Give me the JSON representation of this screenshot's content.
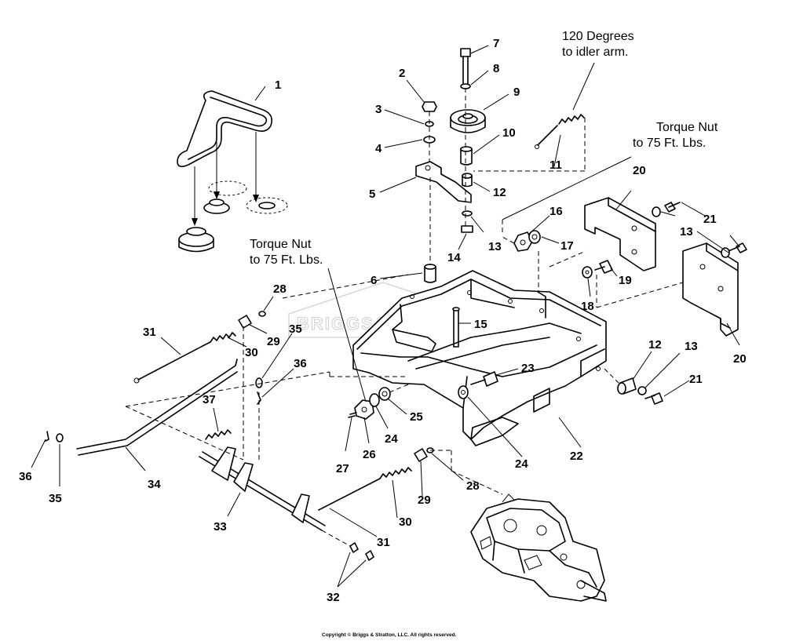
{
  "diagram": {
    "notes": {
      "idler_angle": [
        "120 Degrees",
        "to idler arm."
      ],
      "torque_right": [
        "Torque Nut",
        "to 75 Ft. Lbs."
      ],
      "torque_left": [
        "Torque Nut",
        "to 75 Ft. Lbs."
      ]
    },
    "watermark": "BRIGGS&STRATTON",
    "copyright": "Copyright © Briggs & Stratton, LLC. All rights reserved.",
    "callouts": [
      {
        "id": "c1",
        "text": "1"
      },
      {
        "id": "c2",
        "text": "2"
      },
      {
        "id": "c3",
        "text": "3"
      },
      {
        "id": "c4",
        "text": "4"
      },
      {
        "id": "c5",
        "text": "5"
      },
      {
        "id": "c6",
        "text": "6"
      },
      {
        "id": "c7",
        "text": "7"
      },
      {
        "id": "c8",
        "text": "8"
      },
      {
        "id": "c9",
        "text": "9"
      },
      {
        "id": "c10",
        "text": "10"
      },
      {
        "id": "c11",
        "text": "11"
      },
      {
        "id": "c12a",
        "text": "12"
      },
      {
        "id": "c12b",
        "text": "12"
      },
      {
        "id": "c13a",
        "text": "13"
      },
      {
        "id": "c13b",
        "text": "13"
      },
      {
        "id": "c13c",
        "text": "13"
      },
      {
        "id": "c14",
        "text": "14"
      },
      {
        "id": "c15",
        "text": "15"
      },
      {
        "id": "c16",
        "text": "16"
      },
      {
        "id": "c17",
        "text": "17"
      },
      {
        "id": "c18",
        "text": "18"
      },
      {
        "id": "c19",
        "text": "19"
      },
      {
        "id": "c20a",
        "text": "20"
      },
      {
        "id": "c20b",
        "text": "20"
      },
      {
        "id": "c21a",
        "text": "21"
      },
      {
        "id": "c21b",
        "text": "21"
      },
      {
        "id": "c22",
        "text": "22"
      },
      {
        "id": "c23",
        "text": "23"
      },
      {
        "id": "c24a",
        "text": "24"
      },
      {
        "id": "c24b",
        "text": "24"
      },
      {
        "id": "c25",
        "text": "25"
      },
      {
        "id": "c26",
        "text": "26"
      },
      {
        "id": "c27",
        "text": "27"
      },
      {
        "id": "c28a",
        "text": "28"
      },
      {
        "id": "c28b",
        "text": "28"
      },
      {
        "id": "c29a",
        "text": "29"
      },
      {
        "id": "c29b",
        "text": "29"
      },
      {
        "id": "c30a",
        "text": "30"
      },
      {
        "id": "c30b",
        "text": "30"
      },
      {
        "id": "c31a",
        "text": "31"
      },
      {
        "id": "c31b",
        "text": "31"
      },
      {
        "id": "c32",
        "text": "32"
      },
      {
        "id": "c33",
        "text": "33"
      },
      {
        "id": "c34",
        "text": "34"
      },
      {
        "id": "c35a",
        "text": "35"
      },
      {
        "id": "c35b",
        "text": "35"
      },
      {
        "id": "c36a",
        "text": "36"
      },
      {
        "id": "c36b",
        "text": "36"
      },
      {
        "id": "c37",
        "text": "37"
      }
    ]
  }
}
